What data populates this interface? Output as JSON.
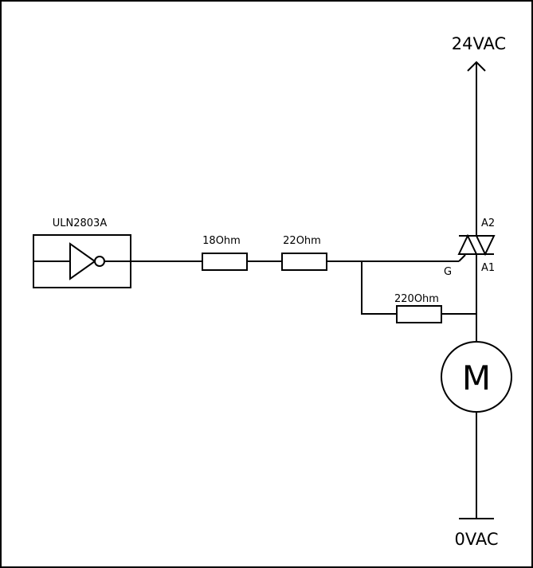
{
  "labels": {
    "supply": "24VAC",
    "ground": "0VAC",
    "driver": "ULN2803A",
    "r1": "18Ohm",
    "r2": "22Ohm",
    "r3": "220Ohm",
    "triac_a2": "A2",
    "triac_a1": "A1",
    "triac_gate": "G",
    "motor": "M"
  },
  "colors": {
    "line": "#000000",
    "background": "#ffffff"
  }
}
